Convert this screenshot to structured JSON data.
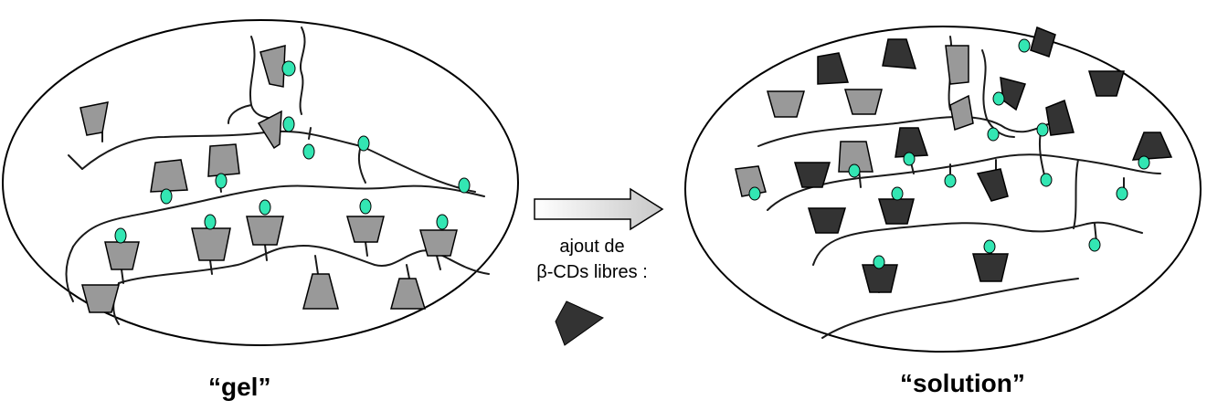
{
  "labels": {
    "gel": "“gel”",
    "solution": "“solution”",
    "arrow_line1": "ajout de",
    "arrow_line2": "β-CDs libres :"
  },
  "colors": {
    "host_grey": "#999999",
    "free_cd_dark": "#333333",
    "guest_cyan": "#33e6b3",
    "outline": "#000000",
    "chain": "#1a1a1a",
    "arrow_fill_start": "#ffffff",
    "arrow_fill_end": "#c8c8c8"
  },
  "icons": {
    "bound_cd": "grey-truncated-cone",
    "free_cd": "dark-truncated-cone",
    "guest_group": "cyan-oval",
    "arrow": "right-arrow"
  }
}
